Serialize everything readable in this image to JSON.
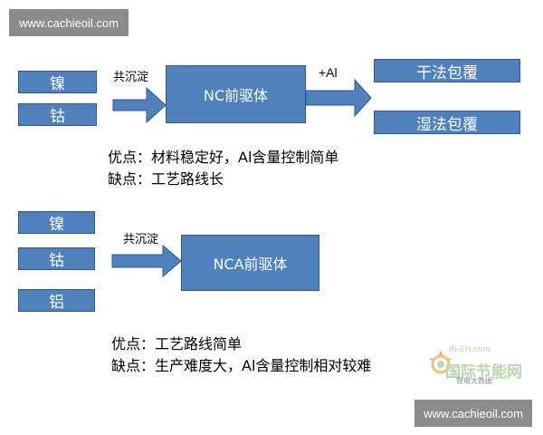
{
  "watermark": {
    "top": "www.cachieoil.com",
    "bottom": "www.cachieoil.com"
  },
  "diagram1": {
    "inputs": [
      "镍",
      "钴"
    ],
    "arrow1_label": "共沉淀",
    "center": "NC前驱体",
    "arrow2_label": "+Al",
    "outputs": [
      "干法包覆",
      "湿法包覆"
    ],
    "pros": "优点：材料稳定好，Al含量控制简单",
    "cons": "缺点：工艺路线长"
  },
  "diagram2": {
    "inputs": [
      "镍",
      "钴",
      "铝"
    ],
    "arrow_label": "共沉淀",
    "center": "NCA前驱体",
    "pros": "优点：工艺路线简单",
    "cons": "缺点：生产难度大，Al含量控制相对较难"
  },
  "logo": {
    "text": "国际节能网",
    "sub": "IN-EN.com",
    "caption": "锂电大数据"
  },
  "colors": {
    "box_fill": "#4f81bd",
    "box_border": "#2f5597"
  }
}
